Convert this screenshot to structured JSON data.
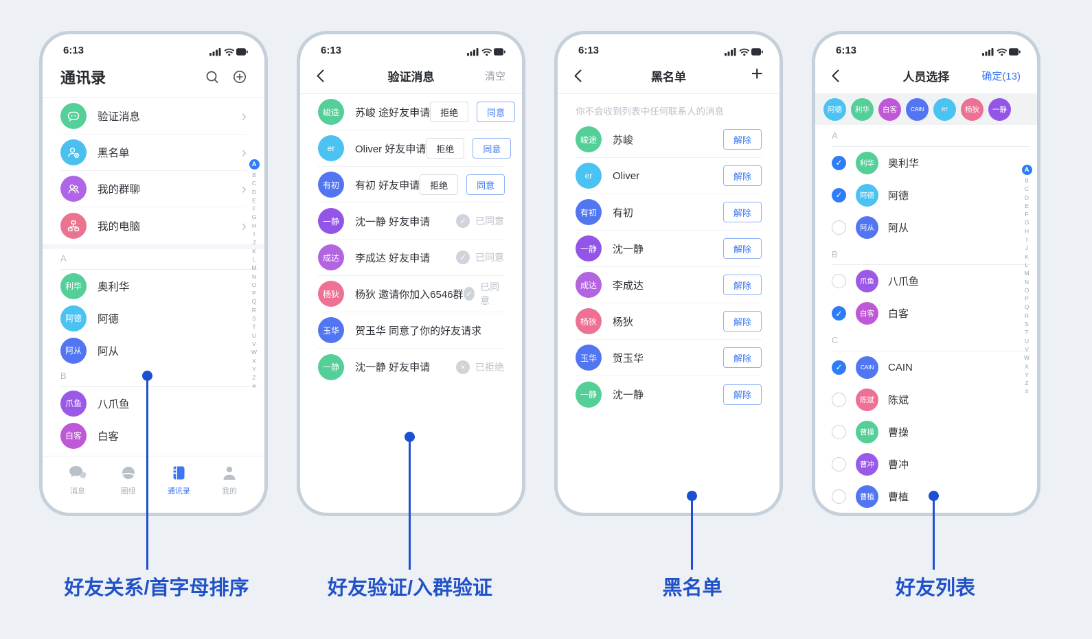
{
  "colors": {
    "accent_blue": "#3b78f2",
    "callout_blue": "#2151c8",
    "check_blue": "#2e7cf6",
    "tab_active": "#3b76f6",
    "frame_border": "#c6d0db",
    "page_bg": "#edf1f6",
    "green": "#53cf97",
    "cyan": "#4ac2f2",
    "blue": "#5276f2",
    "purple": "#9b59e8",
    "deep_purple": "#9355e8",
    "violet": "#b364e0",
    "magenta": "#bf58d6",
    "pink": "#ee7195"
  },
  "status": {
    "time": "6:13"
  },
  "alphabet": {
    "top": "A",
    "rest": "B\nC\nD\nE\nF\nG\nH\nI\nJ\nK\nL\nM\nN\nO\nP\nQ\nR\nS\nT\nU\nV\nW\nX\nY\nZ\n#"
  },
  "phone1": {
    "title": "通讯录",
    "menu": [
      {
        "label": "验证消息",
        "icon": "chat-verify-icon",
        "color": "#53cf97"
      },
      {
        "label": "黑名单",
        "icon": "person-block-icon",
        "color": "#49c0f0"
      },
      {
        "label": "我的群聊",
        "icon": "group-chat-icon",
        "color": "#b064e6"
      },
      {
        "label": "我的电脑",
        "icon": "my-computer-icon",
        "color": "#ec7390"
      }
    ],
    "sections": [
      {
        "letter": "A",
        "contacts": [
          {
            "avatar": "利华",
            "name": "奥利华",
            "color": "#53cf97"
          },
          {
            "avatar": "阿德",
            "name": "阿德",
            "color": "#4ac2f2"
          },
          {
            "avatar": "阿从",
            "name": "阿从",
            "color": "#5276f2"
          }
        ]
      },
      {
        "letter": "B",
        "contacts": [
          {
            "avatar": "爪鱼",
            "name": "八爪鱼",
            "color": "#9b59e8"
          },
          {
            "avatar": "白客",
            "name": "白客",
            "color": "#bf58d6"
          }
        ]
      }
    ],
    "tabs": [
      {
        "label": "消息"
      },
      {
        "label": "圈组"
      },
      {
        "label": "通讯录"
      },
      {
        "label": "我的"
      }
    ],
    "caption": "好友关系/首字母排序"
  },
  "phone2": {
    "title": "验证消息",
    "clear": "清空",
    "reject": "拒绝",
    "accept": "同意",
    "accepted": "已同意",
    "rejected": "已拒绝",
    "rows": [
      {
        "avatar": "峻途",
        "color": "#53cf97",
        "text": "苏峻 途好友申请",
        "state": "pending"
      },
      {
        "avatar": "er",
        "color": "#4ac2f2",
        "text": "Oliver 好友申请",
        "state": "pending"
      },
      {
        "avatar": "有初",
        "color": "#5276f2",
        "text": "有初 好友申请",
        "state": "pending"
      },
      {
        "avatar": "一静",
        "color": "#9355e8",
        "text": "沈一静 好友申请",
        "state": "accepted"
      },
      {
        "avatar": "成达",
        "color": "#b364e0",
        "text": "李成达 好友申请",
        "state": "accepted"
      },
      {
        "avatar": "杨狄",
        "color": "#ee7195",
        "text": "杨狄 邀请你加入6546群",
        "state": "accepted"
      },
      {
        "avatar": "玉华",
        "color": "#5276f2",
        "text": "贺玉华 同意了你的好友请求",
        "state": "none"
      },
      {
        "avatar": "一静",
        "color": "#53cf97",
        "text": "沈一静 好友申请",
        "state": "rejected"
      }
    ],
    "caption": "好友验证/入群验证"
  },
  "phone3": {
    "title": "黑名单",
    "plus": "+",
    "hint": "你不会收到列表中任何联系人的消息",
    "remove": "解除",
    "rows": [
      {
        "avatar": "峻途",
        "color": "#53cf97",
        "name": "苏峻"
      },
      {
        "avatar": "er",
        "color": "#4ac2f2",
        "name": "Oliver"
      },
      {
        "avatar": "有初",
        "color": "#5276f2",
        "name": "有初"
      },
      {
        "avatar": "一静",
        "color": "#9355e8",
        "name": "沈一静"
      },
      {
        "avatar": "成达",
        "color": "#b364e0",
        "name": "李成达"
      },
      {
        "avatar": "杨狄",
        "color": "#ee7195",
        "name": "杨狄"
      },
      {
        "avatar": "玉华",
        "color": "#5276f2",
        "name": "贺玉华"
      },
      {
        "avatar": "一静",
        "color": "#53cf97",
        "name": "沈一静"
      }
    ],
    "caption": "黑名单"
  },
  "phone4": {
    "title": "人员选择",
    "confirm": "确定(13)",
    "selected": [
      {
        "avatar": "阿德",
        "color": "#4ac2f2"
      },
      {
        "avatar": "利华",
        "color": "#53cf97"
      },
      {
        "avatar": "白客",
        "color": "#bf58d6"
      },
      {
        "avatar": "CAIN",
        "color": "#5276f2"
      },
      {
        "avatar": "er",
        "color": "#4ac2f2"
      },
      {
        "avatar": "杨狄",
        "color": "#ee7195"
      },
      {
        "avatar": "一静",
        "color": "#9355e8"
      }
    ],
    "sections": [
      {
        "letter": "A",
        "rows": [
          {
            "avatar": "利华",
            "name": "奥利华",
            "color": "#53cf97",
            "checked": true
          },
          {
            "avatar": "阿德",
            "name": "阿德",
            "color": "#4ac2f2",
            "checked": true
          },
          {
            "avatar": "阿从",
            "name": "阿从",
            "color": "#5276f2",
            "checked": false
          }
        ]
      },
      {
        "letter": "B",
        "rows": [
          {
            "avatar": "爪鱼",
            "name": "八爪鱼",
            "color": "#9b59e8",
            "checked": false
          },
          {
            "avatar": "白客",
            "name": "白客",
            "color": "#bf58d6",
            "checked": true
          }
        ]
      },
      {
        "letter": "C",
        "rows": [
          {
            "avatar": "CAIN",
            "name": "CAIN",
            "color": "#5276f2",
            "checked": true
          },
          {
            "avatar": "陈斌",
            "name": "陈斌",
            "color": "#ee7195",
            "checked": false
          },
          {
            "avatar": "曹操",
            "name": "曹操",
            "color": "#53cf97",
            "checked": false
          },
          {
            "avatar": "曹冲",
            "name": "曹冲",
            "color": "#9b59e8",
            "checked": false
          },
          {
            "avatar": "曹植",
            "name": "曹植",
            "color": "#5276f2",
            "checked": false
          }
        ]
      }
    ],
    "caption": "好友列表"
  }
}
